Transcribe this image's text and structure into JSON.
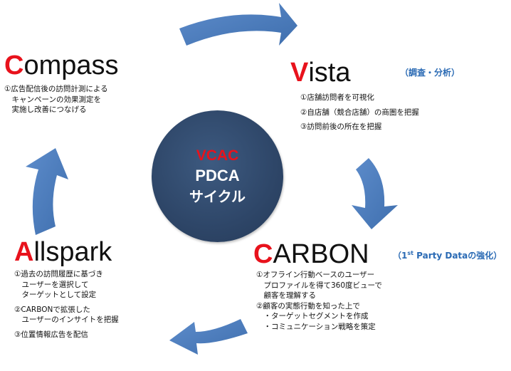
{
  "center": {
    "line1": "VCAC",
    "line2": "PDCA",
    "line3": "サイクル"
  },
  "compass": {
    "cap": "C",
    "rest": "ompass",
    "items": [
      "①広告配信後の訪問計測による\n　キャンペーンの効果測定を\n　実施し改善につなげる"
    ]
  },
  "vista": {
    "cap": "V",
    "rest": "ista",
    "note": "（調査・分析）",
    "items": [
      "①店舗訪問者を可視化",
      "②自店舗（競合店舗）の商圏を把握",
      "③訪問前後の所在を把握"
    ]
  },
  "carbon": {
    "cap": "C",
    "rest": "ARBON",
    "note_pre": "（1",
    "note_sup": "st",
    "note_post": " Party Dataの強化）",
    "items": [
      "①オフライン行動ベースのユーザー\n　プロファイルを得て360度ビューで\n　顧客を理解する",
      "②顧客の実態行動を知った上で\n　・ターゲットセグメントを作成\n　・コミュニケーション戦略を策定"
    ]
  },
  "allspark": {
    "cap": "A",
    "rest": "llspark",
    "items": [
      "①過去の訪問履歴に基づき\n　ユーザーを選択して\n　ターゲットとして設定",
      "②CARBONで拡張した\n　ユーザーのインサイトを把握",
      "③位置情報広告を配信"
    ]
  },
  "colors": {
    "accent_red": "#e8121c",
    "arrow_blue": "#4f7fc0",
    "center_navy": "#2e4668",
    "note_blue": "#2a6ab4"
  }
}
